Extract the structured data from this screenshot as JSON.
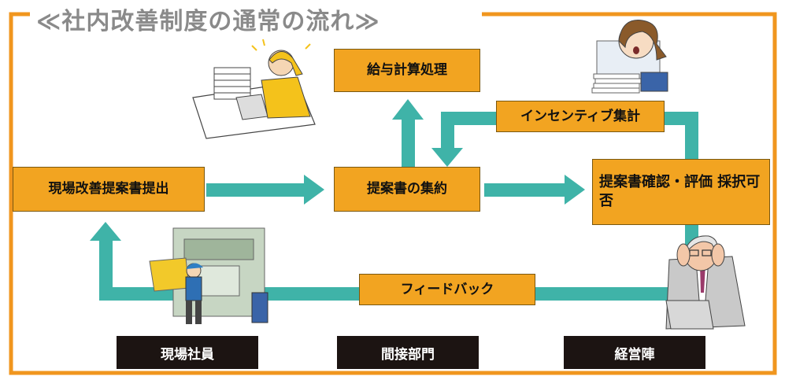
{
  "title": "≪社内改善制度の通常の流れ≫",
  "boxes": {
    "kyuyo": "給与計算処理",
    "incentive": "インセンティブ集計",
    "teian_teishutsu": "現場改善提案書提出",
    "shuyaku": "提案書の集約",
    "kakunin": "提案書確認・評価 採択可否",
    "feedback": "フィードバック"
  },
  "departments": {
    "genba": "現場社員",
    "kansetsu": "間接部門",
    "keiei": "経営陣"
  },
  "colors": {
    "frame": "#f0961e",
    "box": "#f2a421",
    "arrow": "#3fb3a8",
    "dept_bg": "#1c1412"
  }
}
